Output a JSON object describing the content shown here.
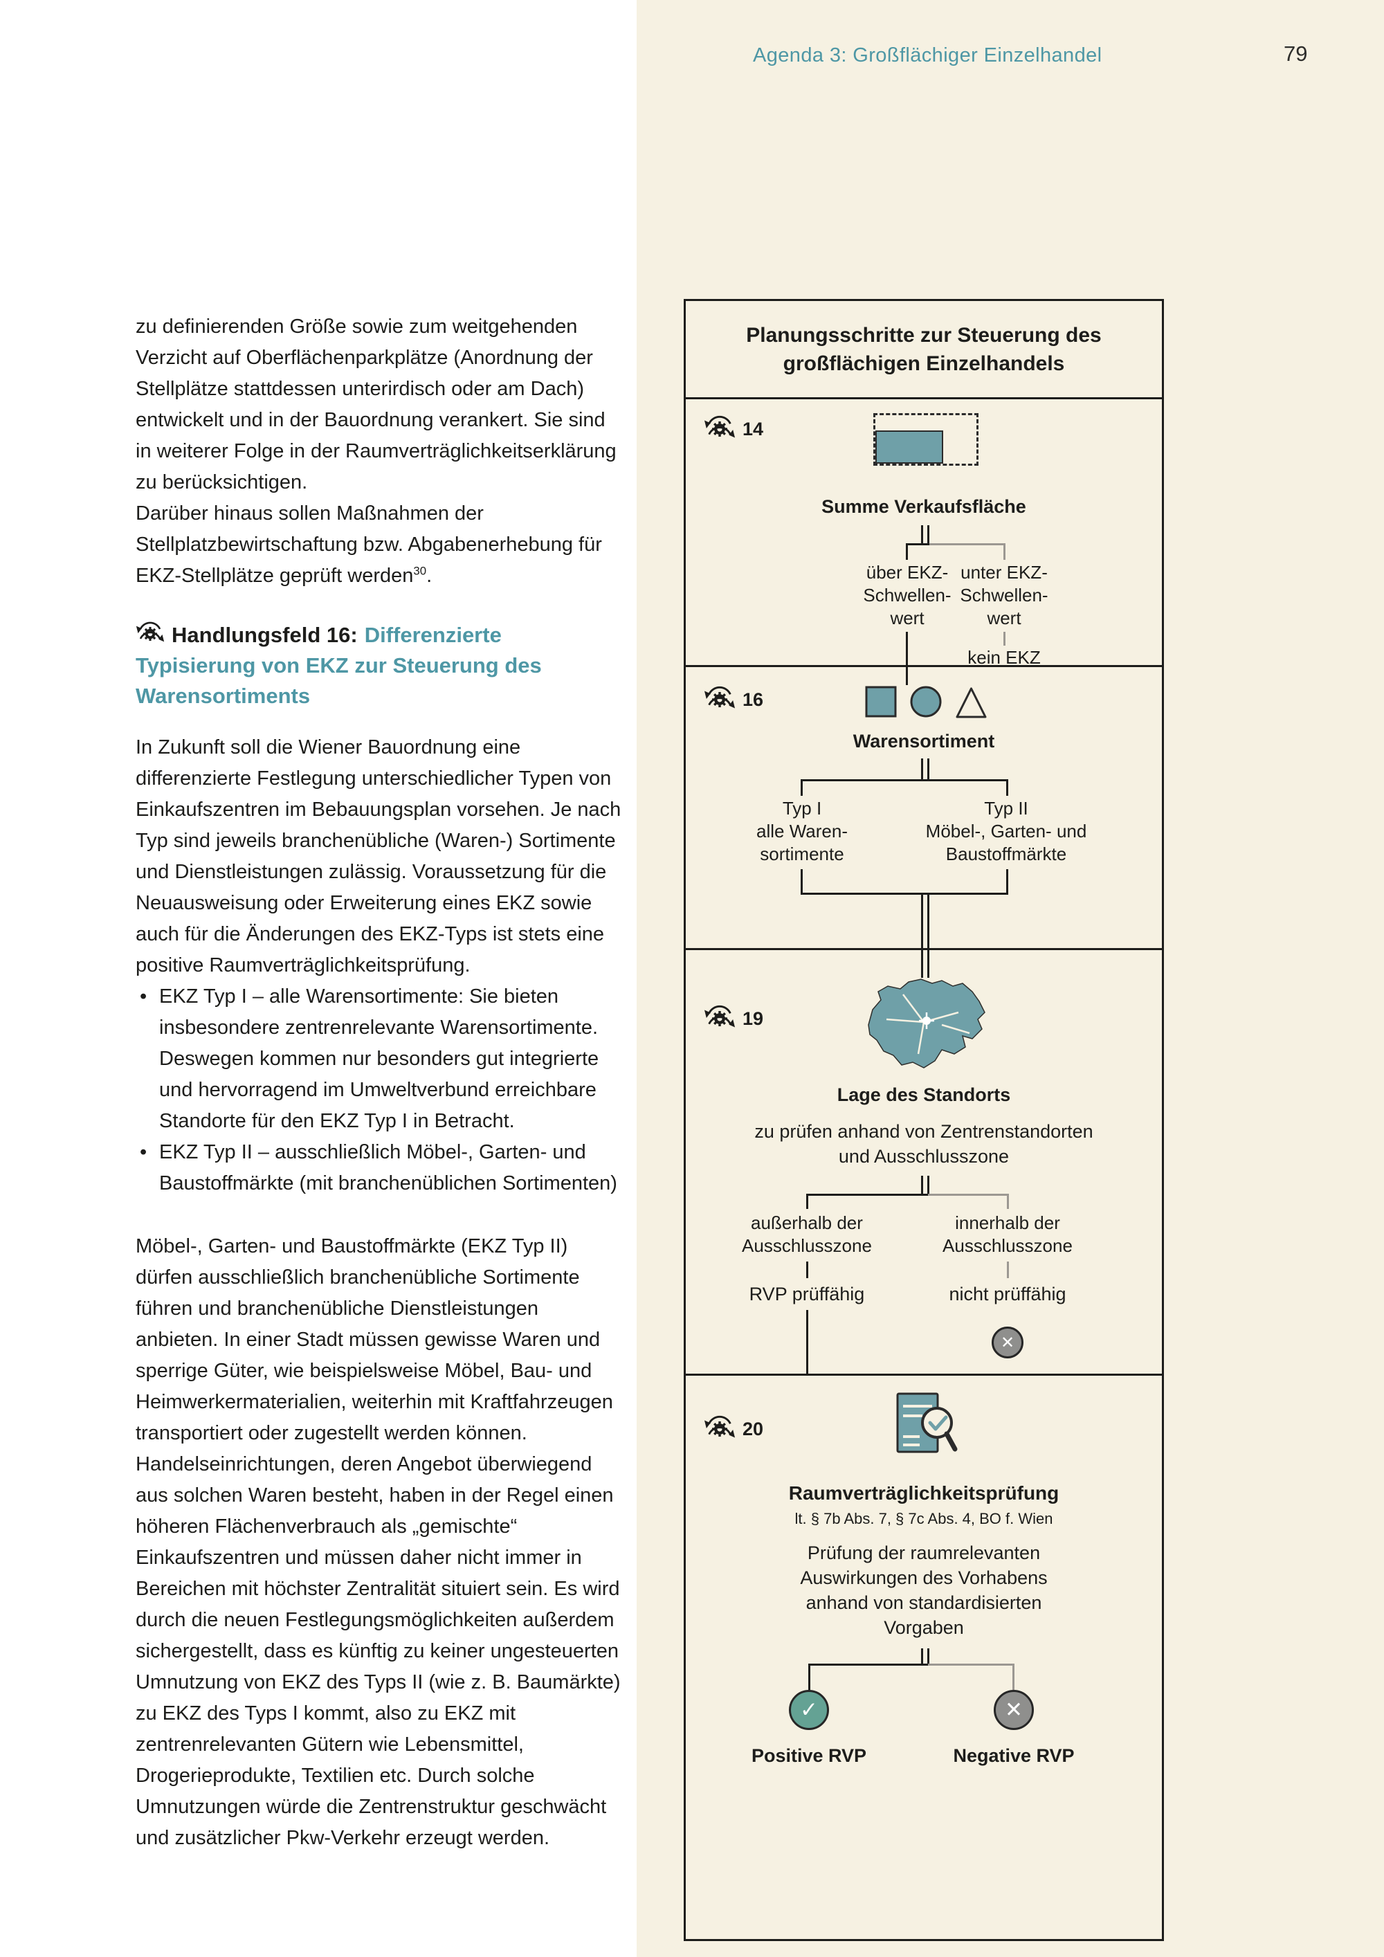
{
  "header": {
    "title": "Agenda 3: Großflächiger Einzelhandel",
    "page_number": "79"
  },
  "article": {
    "p1": "zu definierenden Größe sowie zum weitgehenden Verzicht auf Oberflächenparkplätze (Anordnung der Stellplätze stattdessen unterirdisch oder am Dach) entwickelt und in der Bauordnung verankert. Sie sind in weiterer Folge in der Raumverträglichkeitserklärung zu berücksichtigen.",
    "p2_text": "Darüber hinaus sollen Maßnahmen der Stellplatzbewirtschaftung bzw. Abgabenerhebung für EKZ-Stellplätze geprüft werden",
    "p2_footnote": "30",
    "p2_end": ".",
    "heading_prefix": "Handlungsfeld 16:",
    "heading_accent": "Differenzierte Typisierung von EKZ zur Steuerung des Warensortiments",
    "p3": "In Zukunft soll die Wiener Bauordnung eine differenzierte Festlegung unterschiedlicher Typen von Einkaufszentren im Bebauungsplan vorsehen. Je nach Typ sind jeweils branchenübliche (Waren-) Sortimente und Dienstleistungen zulässig. Voraussetzung für die Neuausweisung oder Erweiterung eines EKZ sowie auch für die Änderungen des EKZ-Typs ist stets eine positive Raumverträglichkeitsprüfung.",
    "bullet1": "EKZ Typ I – alle Warensortimente: Sie bieten insbesondere zentrenrelevante Warensortimente. Deswegen kommen nur besonders gut integrierte und hervorragend im Umweltverbund erreichbare Standorte für den EKZ Typ I in Betracht.",
    "bullet2": "EKZ Typ II – ausschließlich Möbel-, Garten- und Baustoffmärkte (mit branchenüblichen Sortimenten)",
    "p4": "Möbel-, Garten- und Baustoffmärkte (EKZ Typ II) dürfen ausschließlich branchenübliche Sortimente führen und branchenübliche Dienstleistungen anbieten. In einer Stadt müssen gewisse Waren und sperrige Güter, wie beispielsweise Möbel, Bau- und Heimwerkermaterialien, weiterhin mit Kraftfahrzeugen transportiert oder zugestellt werden können. Handelseinrichtungen, deren Angebot überwiegend aus solchen Waren besteht, haben in der Regel einen höheren Flächenverbrauch als „gemischte“ Einkaufszentren und müssen daher nicht immer in Bereichen mit höchster Zentralität situiert sein. Es wird durch die neuen Festlegungsmöglichkeiten außerdem sichergestellt, dass es künftig zu keiner ungesteuerten Umnutzung von EKZ des Typs II (wie z. B. Baumärkte) zu EKZ des Typs I kommt, also zu EKZ mit zentrenrelevanten Gütern wie Lebensmittel, Drogerieprodukte, Textilien etc. Durch solche Umnutzungen würde die Zentrenstruktur geschwächt und zusätzlicher Pkw-Verkehr erzeugt werden."
  },
  "flowchart": {
    "title": "Planungsschritte zur Steuerung des\ngroßflächigen Einzelhandels",
    "step14": {
      "number": "14",
      "label": "Summe Verkaufsfläche",
      "branch_left": "über EKZ-\nSchwellen-\nwert",
      "branch_right": "unter EKZ-\nSchwellen-\nwert",
      "outcome_right": "kein EKZ"
    },
    "step16": {
      "number": "16",
      "label": "Warensortiment",
      "branch_left": "Typ I\nalle Waren-\nsortimente",
      "branch_right": "Typ II\nMöbel-, Garten- und\nBaustoffmärkte"
    },
    "step19": {
      "number": "19",
      "label": "Lage des Standorts",
      "sublabel": "zu prüfen anhand von Zentrenstandorten\nund Ausschlusszone",
      "branch_left": "außerhalb der\nAusschlusszone",
      "branch_right": "innerhalb der\nAusschlusszone",
      "outcome_left": "RVP prüffähig",
      "outcome_right": "nicht prüffähig"
    },
    "step20": {
      "number": "20",
      "label": "Raumverträglichkeitsprüfung",
      "legal": "lt. § 7b Abs. 7, § 7c Abs. 4, BO f. Wien",
      "sublabel": "Prüfung der raumrelevanten\nAuswirkungen des Vorhabens\nanhand von standardisierten\nVorgaben",
      "outcome_left": "Positive RVP",
      "outcome_right": "Negative RVP"
    }
  },
  "icons": {
    "check": "✓",
    "cross": "✕"
  },
  "colors": {
    "accent_teal": "#4e97a5",
    "shape_teal": "#6fa0a8",
    "cream_background": "#f6f1e2",
    "positive_green": "#64a294",
    "negative_gray": "#8f8f8d",
    "line_black": "#1d1d1b",
    "line_gray": "#9c9892"
  }
}
